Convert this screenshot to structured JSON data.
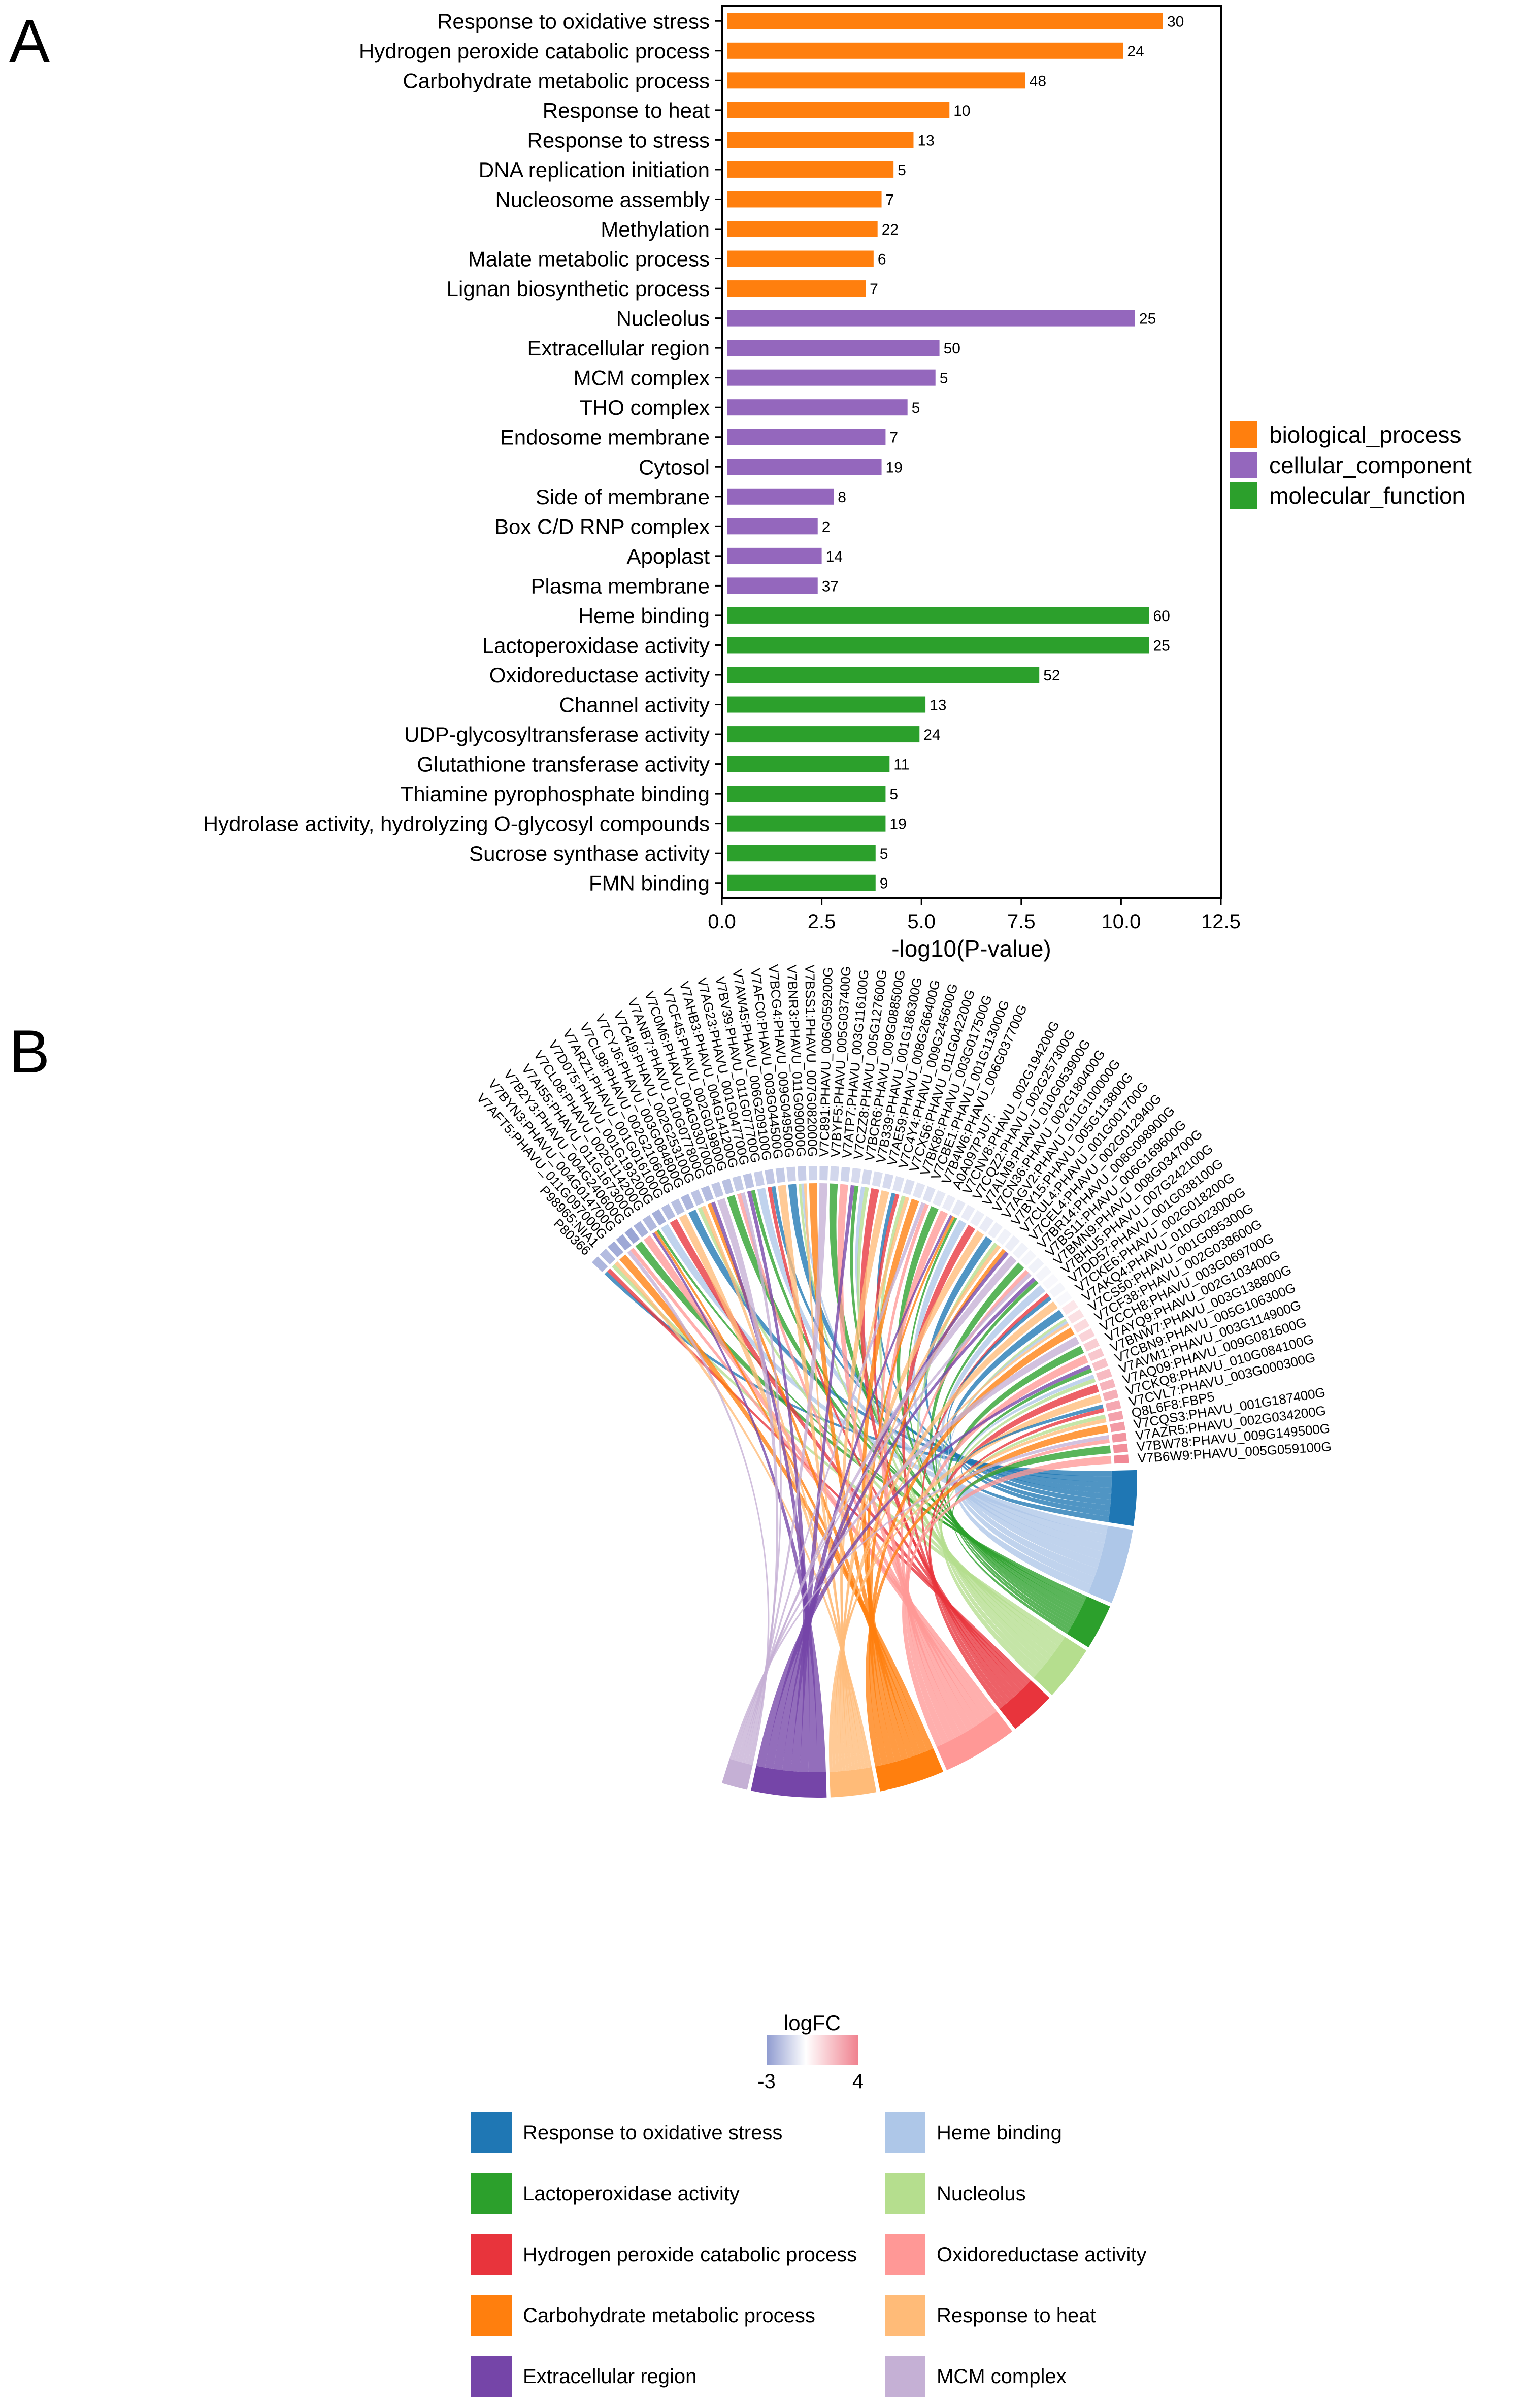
{
  "panel_labels": {
    "a": "A",
    "b": "B"
  },
  "colors": {
    "biological_process": "#ff7f0e",
    "cellular_component": "#9467bd",
    "molecular_function": "#2ca02c",
    "frame": "#000000"
  },
  "chart_data": [
    {
      "type": "bar",
      "orientation": "horizontal",
      "title": "",
      "xlabel": "-log10(P-value)",
      "ylabel": "",
      "xlim": [
        0,
        12.5
      ],
      "xticks": [
        0,
        2.5,
        5,
        7.5,
        10,
        12.5
      ],
      "xtick_labels": [
        "0.0",
        "2.5",
        "5.0",
        "7.5",
        "10.0",
        "12.5"
      ],
      "grid": false,
      "legend_position": "right",
      "legend": [
        {
          "key": "biological_process",
          "label": "biological_process"
        },
        {
          "key": "cellular_component",
          "label": "cellular_component"
        },
        {
          "key": "molecular_function",
          "label": "molecular_function"
        }
      ],
      "bars": [
        {
          "term": "Response to oxidative stress",
          "value": 11.05,
          "count": "30",
          "group": "biological_process"
        },
        {
          "term": "Hydrogen peroxide catabolic process",
          "value": 10.05,
          "count": "24",
          "group": "biological_process"
        },
        {
          "term": "Carbohydrate metabolic process",
          "value": 7.6,
          "count": "48",
          "group": "biological_process"
        },
        {
          "term": "Response to heat",
          "value": 5.7,
          "count": "10",
          "group": "biological_process"
        },
        {
          "term": "Response to stress",
          "value": 4.8,
          "count": "13",
          "group": "biological_process"
        },
        {
          "term": "DNA replication initiation",
          "value": 4.3,
          "count": "5",
          "group": "biological_process"
        },
        {
          "term": "Nucleosome assembly",
          "value": 4.0,
          "count": "7",
          "group": "biological_process"
        },
        {
          "term": "Methylation",
          "value": 3.9,
          "count": "22",
          "group": "biological_process"
        },
        {
          "term": "Malate metabolic process",
          "value": 3.8,
          "count": "6",
          "group": "biological_process"
        },
        {
          "term": "Lignan biosynthetic process",
          "value": 3.6,
          "count": "7",
          "group": "biological_process"
        },
        {
          "term": "Nucleolus",
          "value": 10.35,
          "count": "25",
          "group": "cellular_component"
        },
        {
          "term": "Extracellular region",
          "value": 5.45,
          "count": "50",
          "group": "cellular_component"
        },
        {
          "term": "MCM complex",
          "value": 5.35,
          "count": "5",
          "group": "cellular_component"
        },
        {
          "term": "THO complex",
          "value": 4.65,
          "count": "5",
          "group": "cellular_component"
        },
        {
          "term": "Endosome membrane",
          "value": 4.1,
          "count": "7",
          "group": "cellular_component"
        },
        {
          "term": "Cytosol",
          "value": 4.0,
          "count": "19",
          "group": "cellular_component"
        },
        {
          "term": "Side of membrane",
          "value": 2.8,
          "count": "8",
          "group": "cellular_component"
        },
        {
          "term": "Box C/D RNP complex",
          "value": 2.4,
          "count": "2",
          "group": "cellular_component"
        },
        {
          "term": "Apoplast",
          "value": 2.5,
          "count": "14",
          "group": "cellular_component"
        },
        {
          "term": "Plasma membrane",
          "value": 2.4,
          "count": "37",
          "group": "cellular_component"
        },
        {
          "term": "Heme binding",
          "value": 10.7,
          "count": "60",
          "group": "molecular_function"
        },
        {
          "term": "Lactoperoxidase activity",
          "value": 10.7,
          "count": "25",
          "group": "molecular_function"
        },
        {
          "term": "Oxidoreductase activity",
          "value": 7.95,
          "count": "52",
          "group": "molecular_function"
        },
        {
          "term": "Channel activity",
          "value": 5.1,
          "count": "13",
          "group": "molecular_function"
        },
        {
          "term": "UDP-glycosyltransferase activity",
          "value": 4.95,
          "count": "24",
          "group": "molecular_function"
        },
        {
          "term": "Glutathione transferase activity",
          "value": 4.2,
          "count": "11",
          "group": "molecular_function"
        },
        {
          "term": "Thiamine pyrophosphate binding",
          "value": 4.1,
          "count": "5",
          "group": "molecular_function"
        },
        {
          "term": "Hydrolase activity, hydrolyzing O-glycosyl compounds",
          "value": 4.1,
          "count": "19",
          "group": "molecular_function"
        },
        {
          "term": "Sucrose synthase activity",
          "value": 3.85,
          "count": "5",
          "group": "molecular_function"
        },
        {
          "term": "FMN binding",
          "value": 3.85,
          "count": "9",
          "group": "molecular_function"
        }
      ]
    },
    {
      "type": "chord",
      "title": "",
      "colorbar": {
        "title": "logFC",
        "min": -3,
        "max": 4,
        "min_label": "-3",
        "max_label": "4",
        "low_color": "#8f9bd0",
        "mid_color": "#ffffff",
        "high_color": "#f0828f"
      },
      "terms": [
        {
          "name": "Response to oxidative stress",
          "color": "#1f77b4",
          "weight": 6
        },
        {
          "name": "Heme binding",
          "color": "#aec7e8",
          "weight": 8
        },
        {
          "name": "Lactoperoxidase activity",
          "color": "#2ca02c",
          "weight": 5
        },
        {
          "name": "Nucleolus",
          "color": "#b5de8e",
          "weight": 6
        },
        {
          "name": "Hydrogen peroxide catabolic process",
          "color": "#e8343c",
          "weight": 5
        },
        {
          "name": "Oxidoreductase activity",
          "color": "#ff9896",
          "weight": 8
        },
        {
          "name": "Carbohydrate metabolic process",
          "color": "#ff7f0e",
          "weight": 7
        },
        {
          "name": "Response to heat",
          "color": "#ffbb78",
          "weight": 5
        },
        {
          "name": "Extracellular region",
          "color": "#7545a8",
          "weight": 8
        },
        {
          "name": "MCM complex",
          "color": "#c5b0d5",
          "weight": 3
        }
      ],
      "genes": [
        {
          "id": "P80366",
          "logfc": -2.2
        },
        {
          "id": "P98965:NIA1",
          "logfc": -2.0
        },
        {
          "id": "V7AFT5:PHAVU_011G097000G",
          "logfc": -2.5
        },
        {
          "id": "V7BYN3:PHAVU_004G014700G",
          "logfc": -2.6
        },
        {
          "id": "V7B2Y3:PHAVU_004G240600G",
          "logfc": -2.7
        },
        {
          "id": "V7AI55:PHAVU_011G167300G",
          "logfc": -2.3
        },
        {
          "id": "V7CL08:PHAVU_002G114200G",
          "logfc": -2.1
        },
        {
          "id": "V7D075:PHAVU_001G193200G",
          "logfc": -2.4
        },
        {
          "id": "V7ARZ1:PHAVU_001G016100G",
          "logfc": -2.0
        },
        {
          "id": "V7CL98:PHAVU_002G210600G",
          "logfc": -1.9
        },
        {
          "id": "V7CYJ6:PHAVU_003G084800G",
          "logfc": -2.2
        },
        {
          "id": "V7C4I9:PHAVU_002G253100G",
          "logfc": -1.8
        },
        {
          "id": "V7ANB7:PHAVU_010G077800G",
          "logfc": -2.0
        },
        {
          "id": "V7C0M6:PHAVU_004G030700G",
          "logfc": -1.7
        },
        {
          "id": "V7CF45:PHAVU_002G019800G",
          "logfc": -1.9
        },
        {
          "id": "V7AHB3:PHAVU_004G141200G",
          "logfc": -1.6
        },
        {
          "id": "V7AG23:PHAVU_001G047700G",
          "logfc": -1.8
        },
        {
          "id": "V7BV39:PHAVU_011G077700G",
          "logfc": -1.5
        },
        {
          "id": "V7AW45:PHAVU_006G209100G",
          "logfc": -1.7
        },
        {
          "id": "V7AFC0:PHAVU_003G044500G",
          "logfc": -1.6
        },
        {
          "id": "V7BCG4:PHAVU_009G049500G",
          "logfc": -1.4
        },
        {
          "id": "V7BNR3:PHAVU_011G090000G",
          "logfc": -1.5
        },
        {
          "id": "V7BSS1:PHAVU_007G082000G",
          "logfc": -1.3
        },
        {
          "id": "V7C891:PHAVU_006G059200G",
          "logfc": -1.4
        },
        {
          "id": "V7BYF5:PHAVU_005G037400G",
          "logfc": -1.2
        },
        {
          "id": "V7ATP7:PHAVU_003G116100G",
          "logfc": -1.3
        },
        {
          "id": "V7CZZ8:PHAVU_005G127600G",
          "logfc": -1.1
        },
        {
          "id": "V7BCR6:PHAVU_009G088500G",
          "logfc": -1.2
        },
        {
          "id": "V7B339:PHAVU_001G186300G",
          "logfc": -1.0
        },
        {
          "id": "V7AE59:PHAVU_008G266400G",
          "logfc": -1.1
        },
        {
          "id": "V7C4Y4:PHAVU_009G245600G",
          "logfc": -0.9
        },
        {
          "id": "V7CX56:PHAVU_011G042200G",
          "logfc": -1.0
        },
        {
          "id": "V7BK80:PHAVU_003G017500G",
          "logfc": -0.8
        },
        {
          "id": "V7CBE1:PHAVU_001G113000G",
          "logfc": -0.9
        },
        {
          "id": "V7B4W6:PHAVU_006G037700G",
          "logfc": -0.7
        },
        {
          "id": "A0A097PJU7:",
          "logfc": -0.6
        },
        {
          "id": "V7CNV8:PHAVU_002G194200G",
          "logfc": -0.7
        },
        {
          "id": "V7CQZ2:PHAVU_002G257300G",
          "logfc": -0.6
        },
        {
          "id": "V7ALM9:PHAVU_010G053900G",
          "logfc": -0.5
        },
        {
          "id": "V7CN36:PHAVU_002G180400G",
          "logfc": -0.6
        },
        {
          "id": "V7AGV2:PHAVU_011G100000G",
          "logfc": -0.5
        },
        {
          "id": "V7BY15:PHAVU_005G113800G",
          "logfc": -0.4
        },
        {
          "id": "V7CUL4:PHAVU_001G001700G",
          "logfc": -0.5
        },
        {
          "id": "V7CEL4:PHAVU_002G012940G",
          "logfc": -0.4
        },
        {
          "id": "V7BR14:PHAVU_008G098900G",
          "logfc": -0.3
        },
        {
          "id": "V7BS11:PHAVU_006G169600G",
          "logfc": -0.4
        },
        {
          "id": "V7BMN9:PHAVU_008G034700G",
          "logfc": -0.3
        },
        {
          "id": "V7BHU5:PHAVU_007G242100G",
          "logfc": -0.2
        },
        {
          "id": "V7DD57:PHAVU_001G038100G",
          "logfc": -0.3
        },
        {
          "id": "V7CKE6:PHAVU_002G018200G",
          "logfc": -0.2
        },
        {
          "id": "V7AKQ4:PHAVU_010G023000G",
          "logfc": 0.8
        },
        {
          "id": "V7CS50:PHAVU_001G095300G",
          "logfc": 1.0
        },
        {
          "id": "V7CF38:PHAVU_002G038600G",
          "logfc": 1.2
        },
        {
          "id": "V7CCH8:PHAVU_003G069700G",
          "logfc": 1.4
        },
        {
          "id": "V7AYQ9:PHAVU_002G103400G",
          "logfc": 1.6
        },
        {
          "id": "V7BNW7:PHAVU_003G138800G",
          "logfc": 1.8
        },
        {
          "id": "V7CBN9:PHAVU_005G106300G",
          "logfc": 2.0
        },
        {
          "id": "V7AVM1:PHAVU_003G114900G",
          "logfc": 2.2
        },
        {
          "id": "V7AQ09:PHAVU_009G081600G",
          "logfc": 2.4
        },
        {
          "id": "V7CKQ8:PHAVU_010G084100G",
          "logfc": 2.6
        },
        {
          "id": "V7CVL7:PHAVU_003G000300G",
          "logfc": 2.8
        },
        {
          "id": "Q8L6F8:FBP5",
          "logfc": 3.0
        },
        {
          "id": "V7CQS3:PHAVU_001G187400G",
          "logfc": 3.2
        },
        {
          "id": "V7AZR5:PHAVU_002G034200G",
          "logfc": 3.4
        },
        {
          "id": "V7BW78:PHAVU_009G149500G",
          "logfc": 3.6
        },
        {
          "id": "V7B6W9:PHAVU_005G059100G",
          "logfc": 3.8
        }
      ],
      "legend": [
        {
          "label": "Response to oxidative stress",
          "color": "#1f77b4"
        },
        {
          "label": "Heme binding",
          "color": "#aec7e8"
        },
        {
          "label": "Lactoperoxidase activity",
          "color": "#2ca02c"
        },
        {
          "label": "Nucleolus",
          "color": "#b5de8e"
        },
        {
          "label": "Hydrogen peroxide catabolic process",
          "color": "#e8343c"
        },
        {
          "label": "Oxidoreductase activity",
          "color": "#ff9896"
        },
        {
          "label": "Carbohydrate metabolic process",
          "color": "#ff7f0e"
        },
        {
          "label": "Response to heat",
          "color": "#ffbb78"
        },
        {
          "label": "Extracellular region",
          "color": "#7545a8"
        },
        {
          "label": "MCM complex",
          "color": "#c5b0d5"
        }
      ]
    }
  ]
}
